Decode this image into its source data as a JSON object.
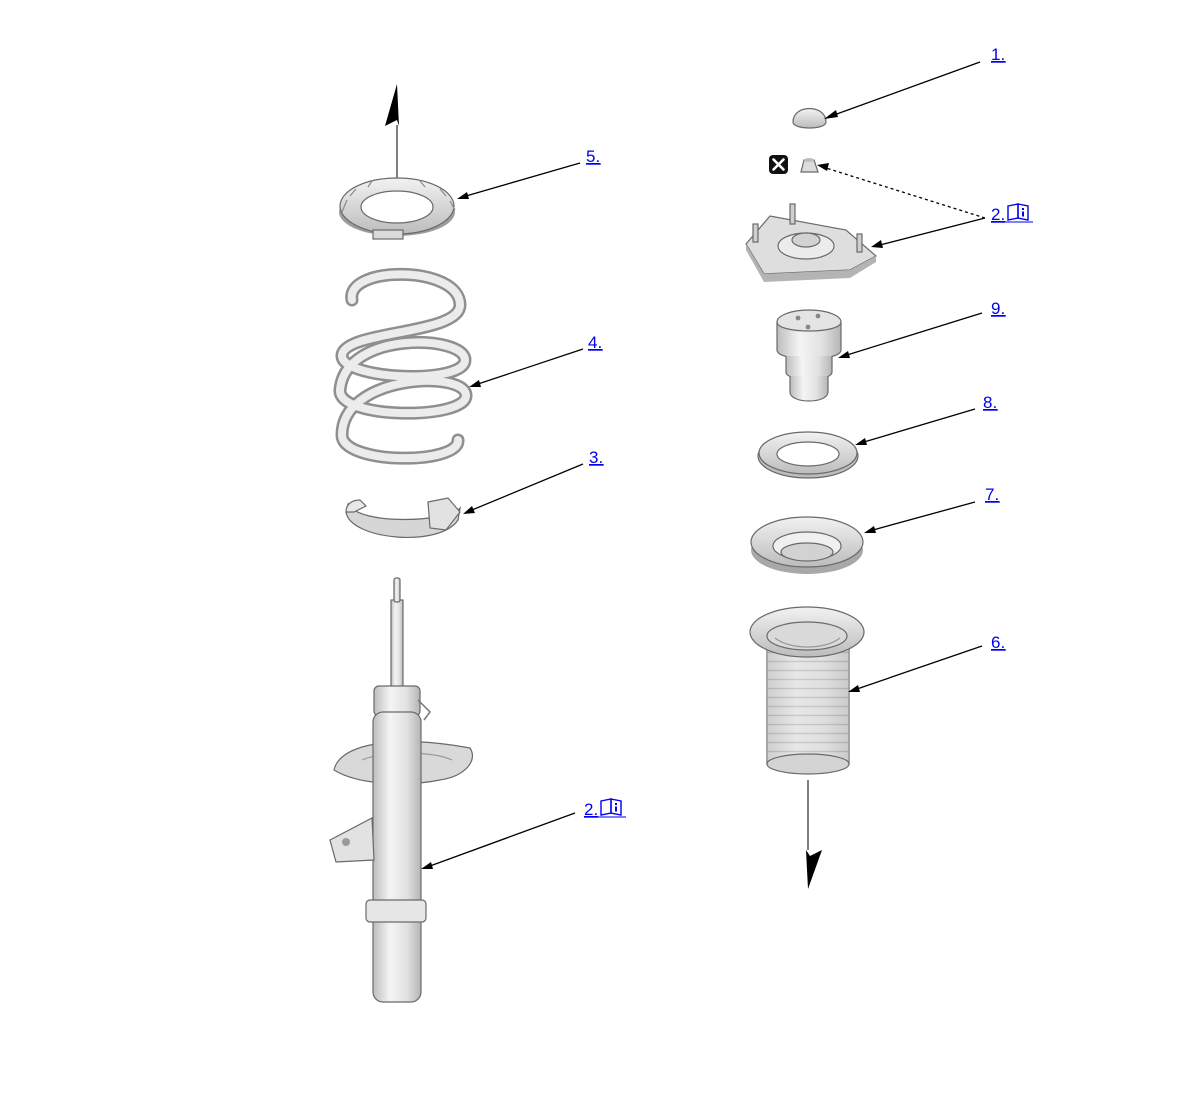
{
  "callouts": {
    "c1": {
      "label": "1."
    },
    "c2_top": {
      "label": "2."
    },
    "c2_bottom": {
      "label": "2."
    },
    "c3": {
      "label": "3."
    },
    "c4": {
      "label": "4."
    },
    "c5": {
      "label": "5."
    },
    "c6": {
      "label": "6."
    },
    "c7": {
      "label": "7."
    },
    "c8": {
      "label": "8."
    },
    "c9": {
      "label": "9."
    }
  },
  "icons": {
    "manual_icon": "book-info-icon",
    "discard_icon": "x-box-icon",
    "direction_arrow": "arrow-icon"
  },
  "colors": {
    "link": "#0000ee",
    "leader": "#000000",
    "part_fill": "#e6e6e6",
    "part_shade": "#c9c9c9"
  }
}
